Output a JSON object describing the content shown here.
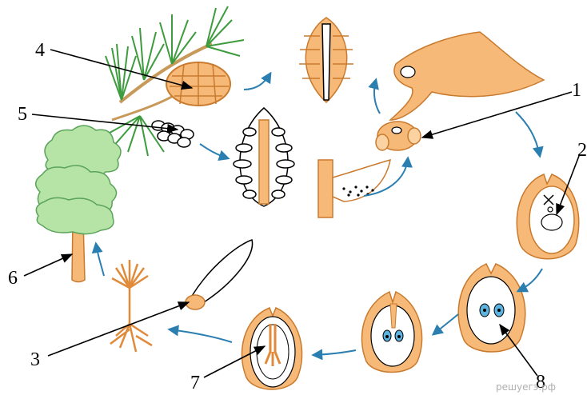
{
  "colors": {
    "tissue": "#f7b977",
    "tissue_dark": "#e08a3a",
    "foliage": "#7bc36f",
    "crown": "#b6e3a6",
    "crown_line": "#5aa35a",
    "arrow": "#2a7fb0",
    "egg": "#5db3e0",
    "line": "#000000"
  },
  "labels": {
    "l1": "1",
    "l2": "2",
    "l3": "3",
    "l4": "4",
    "l5": "5",
    "l6": "6",
    "l7": "7",
    "l8": "8"
  },
  "watermark": "решуегэ.рф"
}
